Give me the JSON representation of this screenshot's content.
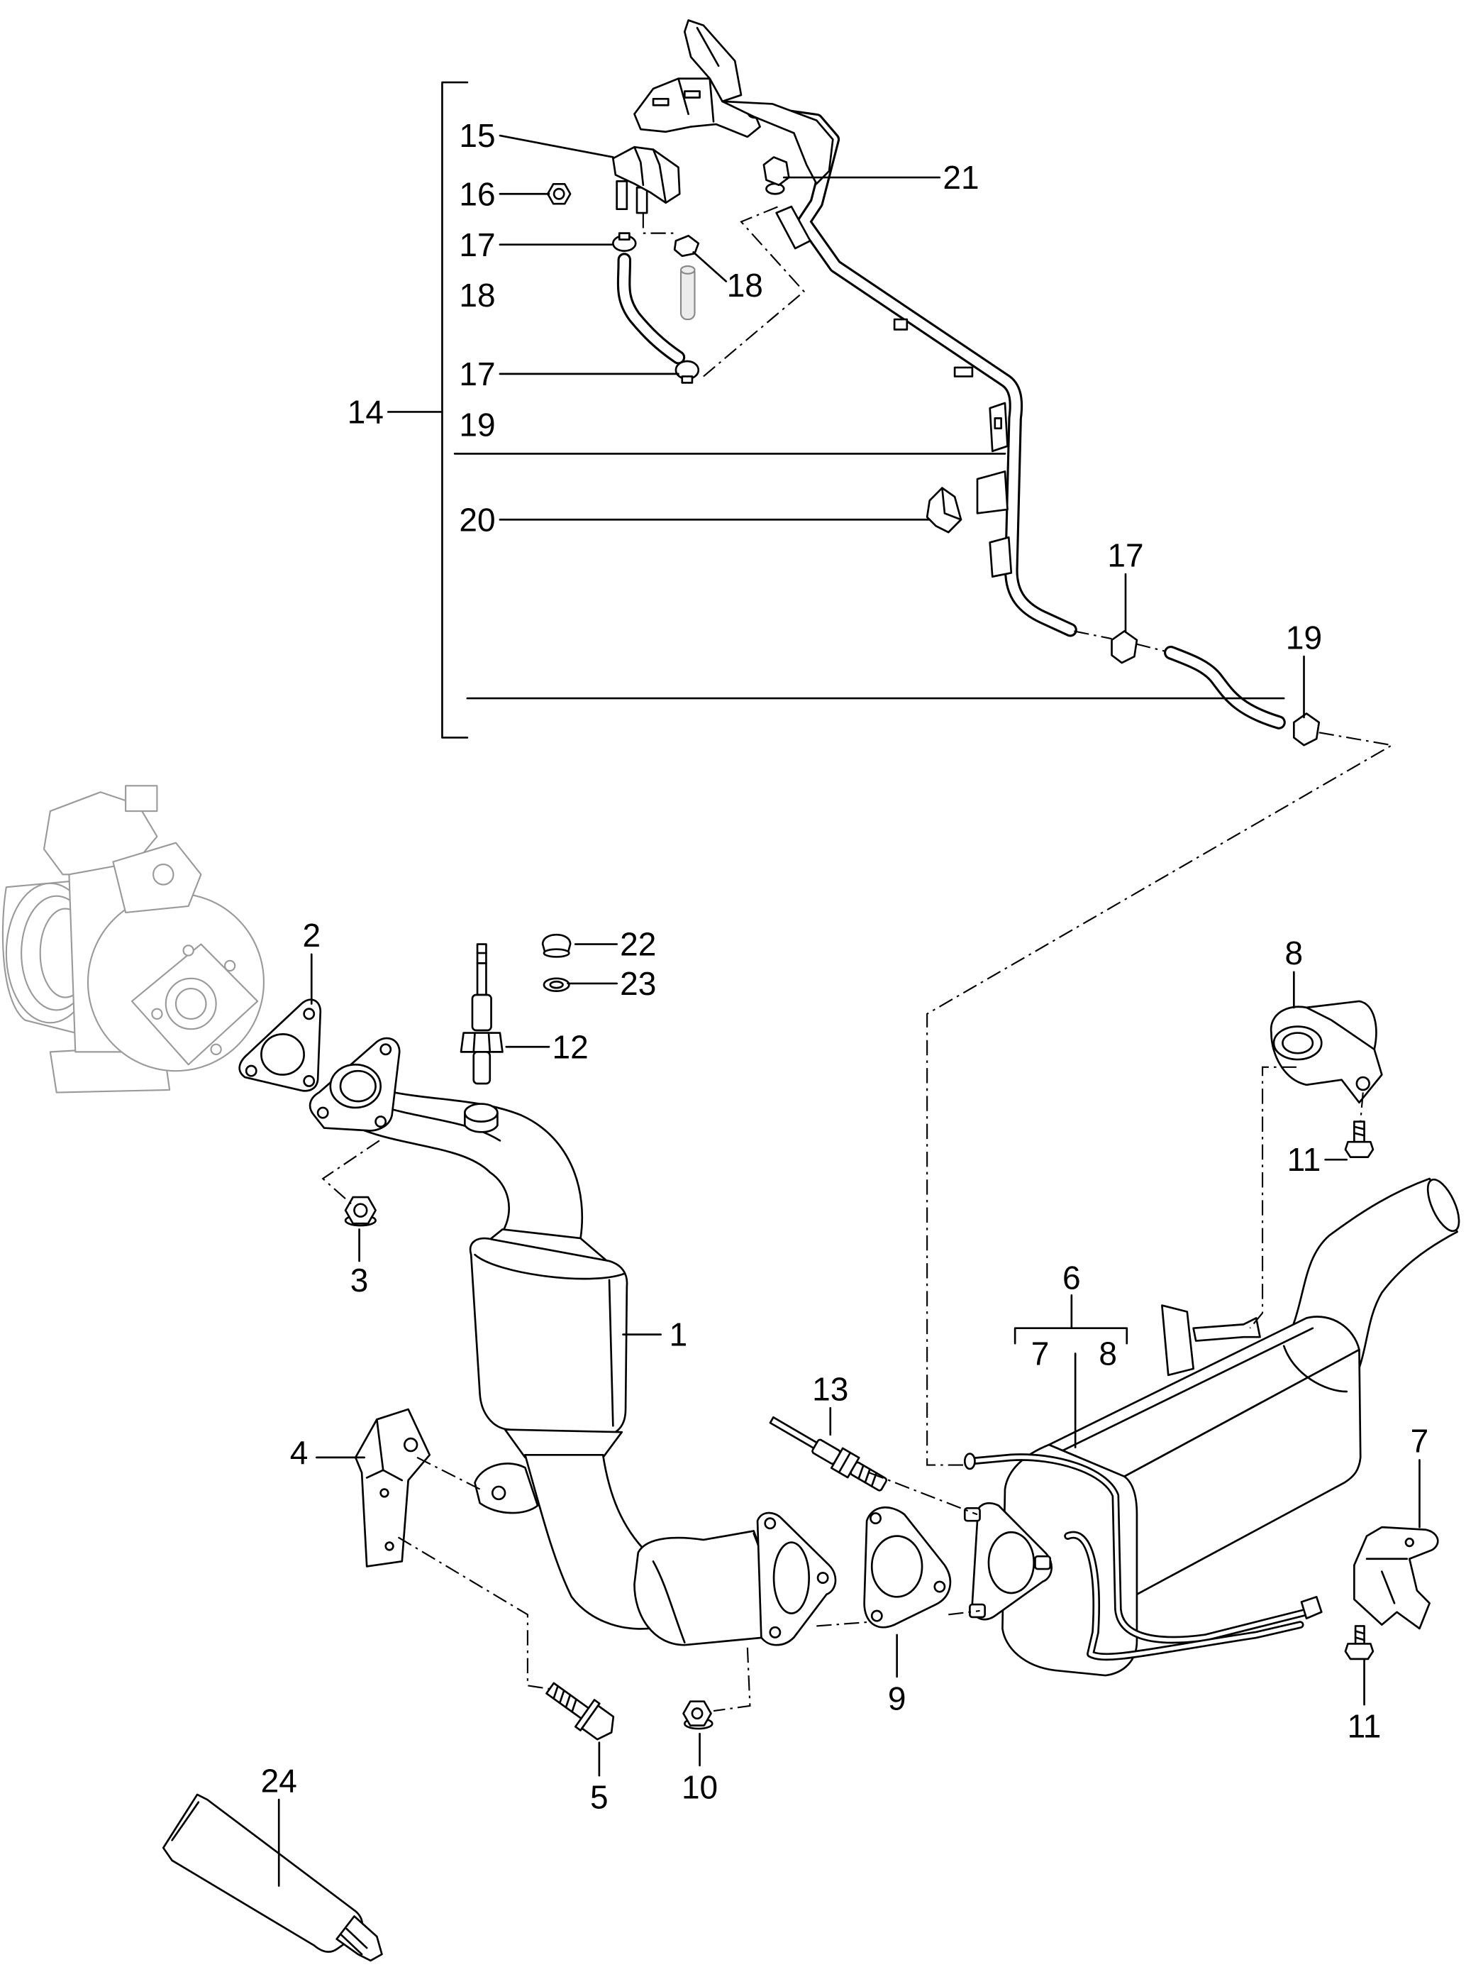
{
  "diagram": {
    "callouts": [
      "15",
      "16",
      "17",
      "18",
      "17",
      "14",
      "19",
      "20",
      "21",
      "18",
      "17",
      "19",
      "2",
      "22",
      "23",
      "12",
      "8",
      "11",
      "3",
      "6",
      "7",
      "8",
      "1",
      "13",
      "4",
      "7",
      "9",
      "11",
      "5",
      "10",
      "24"
    ]
  },
  "colors": {
    "line": "#000000",
    "background": "#ffffff",
    "ghost_part": "#9a9a9a"
  }
}
